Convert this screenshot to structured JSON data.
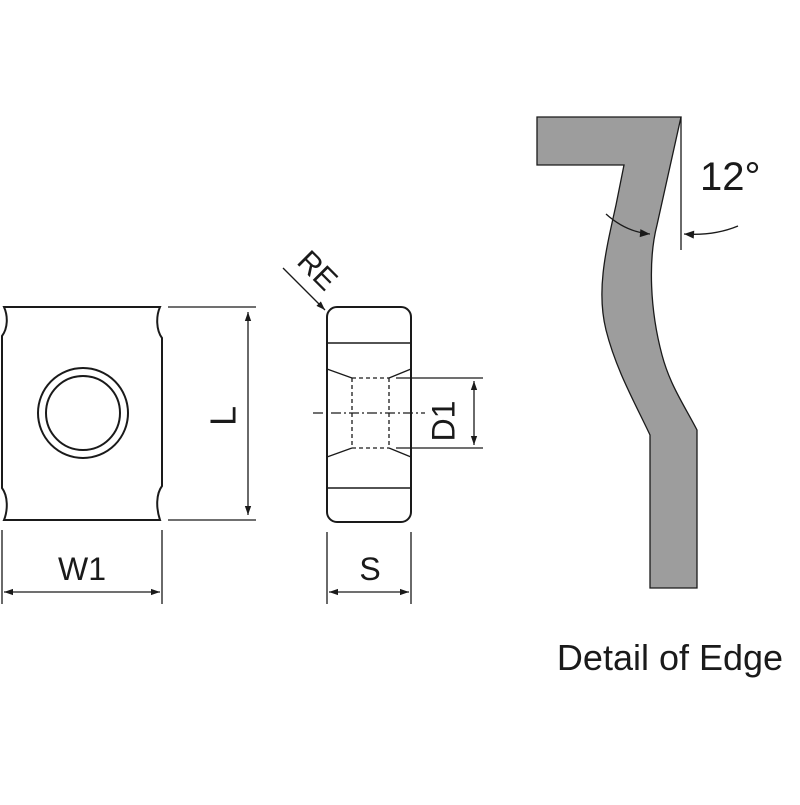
{
  "labels": {
    "length": "L",
    "width": "W1",
    "corner_radius": "RE",
    "hole_diameter": "D1",
    "thickness": "S",
    "angle": "12°",
    "caption": "Detail of Edge"
  },
  "colors": {
    "line": "#1a1a1a",
    "edge_fill": "#9d9d9d"
  }
}
